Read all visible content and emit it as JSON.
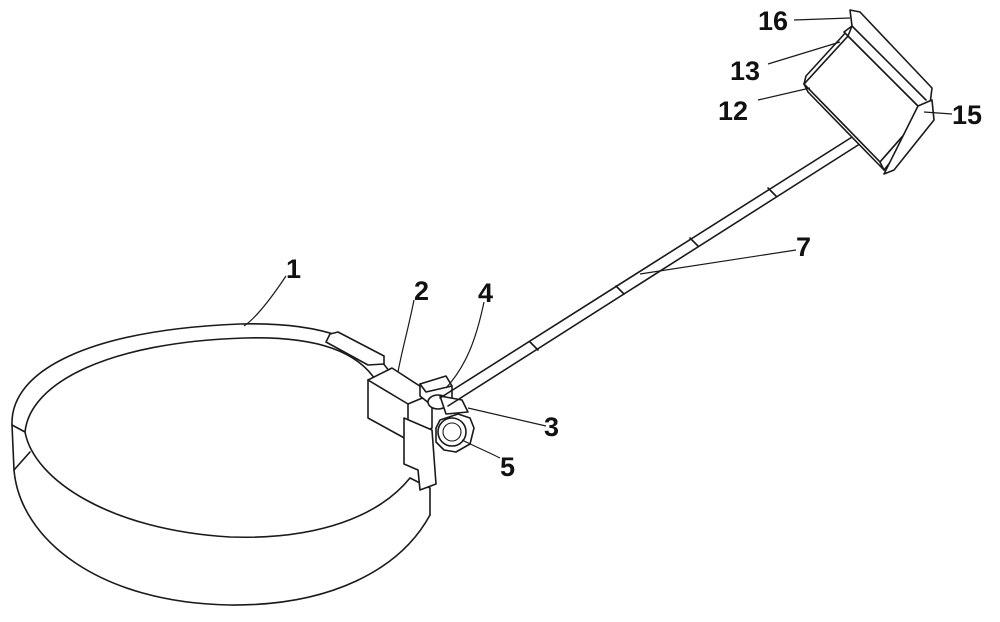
{
  "figure": {
    "labels": [
      {
        "id": "ring",
        "text": "1"
      },
      {
        "id": "block",
        "text": "2"
      },
      {
        "id": "pivot",
        "text": "3"
      },
      {
        "id": "bracket",
        "text": "4"
      },
      {
        "id": "knob",
        "text": "5"
      },
      {
        "id": "rod",
        "text": "7"
      },
      {
        "id": "plate-lower-edge",
        "text": "12"
      },
      {
        "id": "plate-upper-edge",
        "text": "13"
      },
      {
        "id": "plate-right-edge",
        "text": "15"
      },
      {
        "id": "plate-top-flange",
        "text": "16"
      }
    ]
  }
}
